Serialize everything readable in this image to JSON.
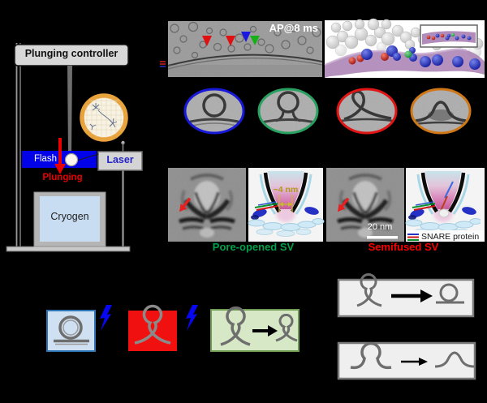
{
  "figure": {
    "background_color": "#000000",
    "panel_plunger": {
      "controller_label": "Plunging controller",
      "flash_label": "Flash",
      "laser_label": "Laser",
      "plunging_label": "Plunging",
      "cryogen_label": "Cryogen"
    },
    "panel_micrograph": {
      "timepoint_label": "AP@8 ms",
      "arrowhead_colors": [
        "#e01010",
        "#e01010",
        "#1818e0",
        "#18b018"
      ]
    },
    "panel_vesicle_closeups": {
      "outline_colors": [
        "#1818d8",
        "#28a060",
        "#e01515",
        "#d07818"
      ]
    },
    "panel_averages": {
      "pore_opened_label": "Pore-opened SV",
      "semifused_label": "Semifused SV",
      "pore_width_label": "~4 nm",
      "scale_bar_label": "20 nm",
      "snare_legend_label": "SNARE protein",
      "pore_opened_color": "#00a14b",
      "semifused_color": "#fa0000",
      "snare_line_colors": [
        "#2431c4",
        "#cc1515",
        "#0c8f2e"
      ]
    },
    "panel_schematic": {
      "docked_box_color": "#cfe0f2",
      "hemifused_box_color": "#f01010",
      "recovery_box_color": "#d6e8c6",
      "outcome_box_color": "#efefef",
      "lightning_color": "#0808f0"
    }
  }
}
